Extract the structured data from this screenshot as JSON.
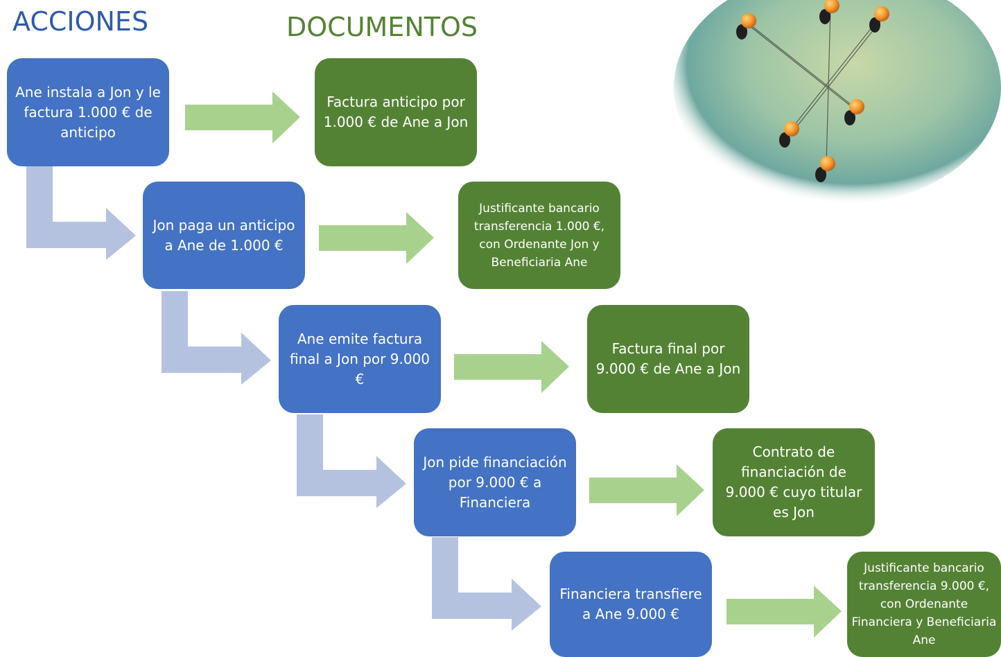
{
  "headings": {
    "actions": "ACCIONES",
    "documents": "DOCUMENTOS"
  },
  "colors": {
    "heading": "#2E5AAC",
    "heading_docs": "#548235",
    "action_box": "#4472C4",
    "document_box": "#548235",
    "right_arrow": "#A9D18E",
    "elbow_arrow": "#B4C2E0"
  },
  "steps": [
    {
      "action": "Ane instala a Jon y le factura 1.000 € de anticipo",
      "document": "Factura anticipo por 1.000 € de Ane a Jon"
    },
    {
      "action": "Jon paga un anticipo a Ane de 1.000 €",
      "document": "Justificante bancario transferencia 1.000 €, con Ordenante Jon y Beneficiaria Ane"
    },
    {
      "action": "Ane emite factura final a Jon por 9.000 €",
      "document": "Factura final por 9.000 € de Ane a Jon"
    },
    {
      "action": "Jon pide financiación por 9.000 € a Financiera",
      "document": "Contrato de financiación de 9.000 € cuyo titular es Jon"
    },
    {
      "action": "Financiera transfiere a Ane 9.000 €",
      "document": "Justificante bancario transferencia 9.000 €, con Ordenante Financiera y Beneficiaria Ane"
    }
  ],
  "image": {
    "icon": "decorative-photo-network-of-pins"
  }
}
